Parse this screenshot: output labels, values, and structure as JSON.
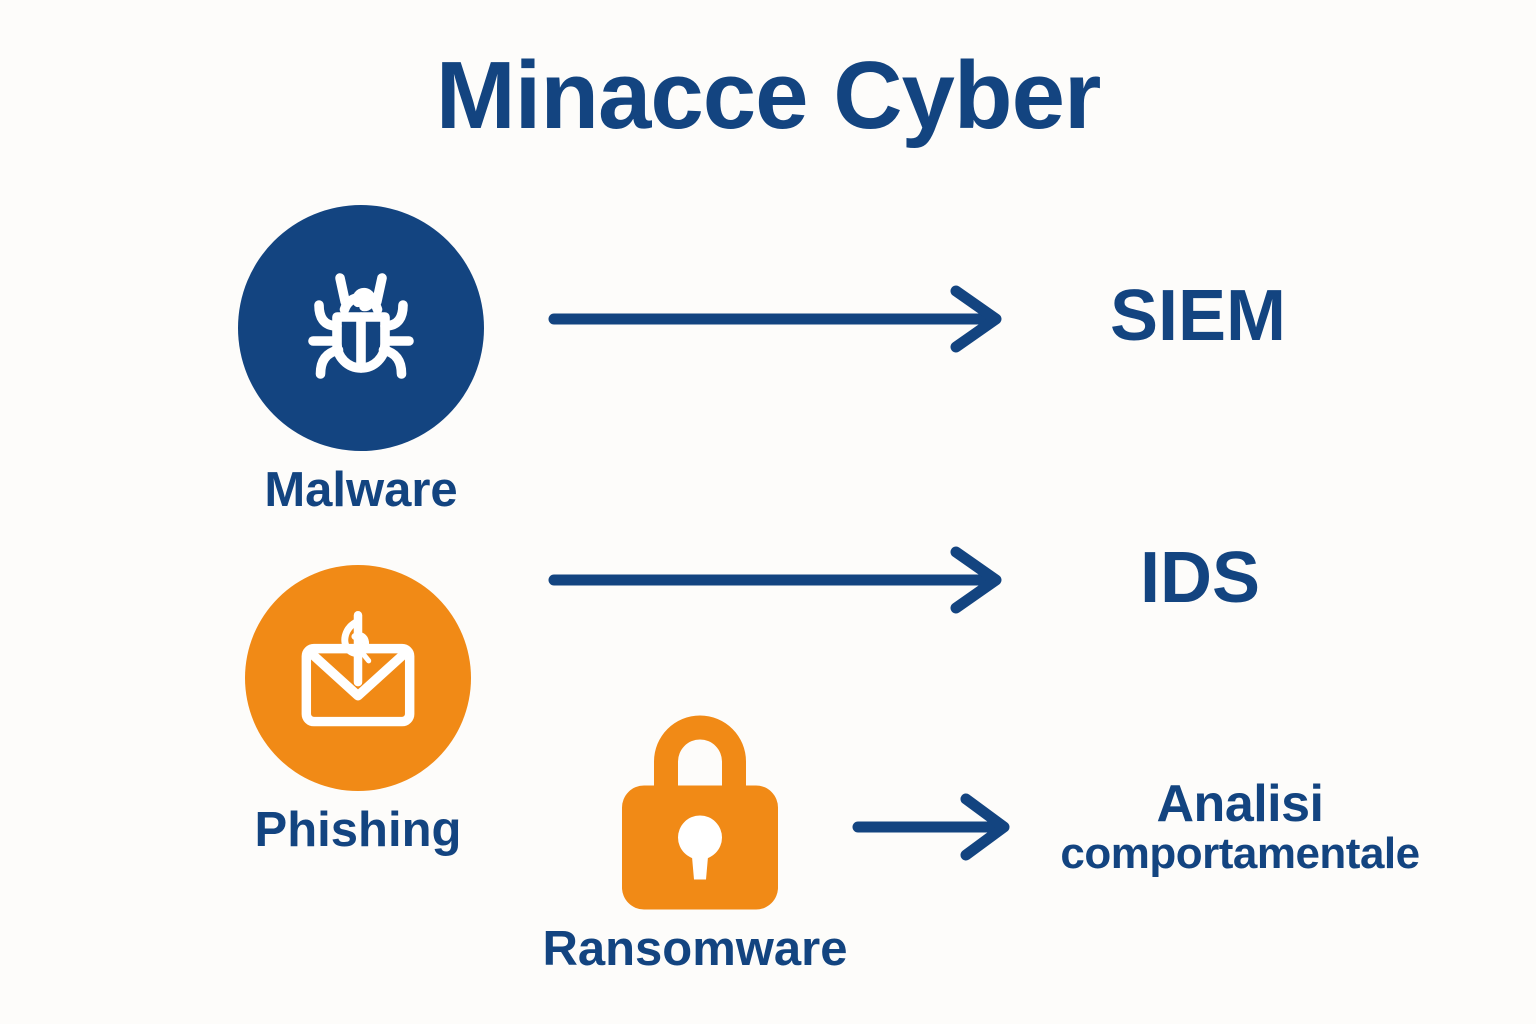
{
  "diagram": {
    "title": "Minacce Cyber",
    "background_color": "#fdfcfa",
    "colors": {
      "navy": "#134480",
      "orange": "#f18a16",
      "icon_fill": "#ffffff"
    },
    "threats": [
      {
        "label": "Malware",
        "icon": "bug-icon",
        "icon_shape": "circle",
        "icon_background": "#134480",
        "icon_color": "#ffffff"
      },
      {
        "label": "Phishing",
        "icon": "envelope-hook-icon",
        "icon_shape": "circle",
        "icon_background": "#f18a16",
        "icon_color": "#ffffff"
      },
      {
        "label": "Ransomware",
        "icon": "lock-icon",
        "icon_shape": "none",
        "icon_background": "transparent",
        "icon_color": "#f18a16"
      }
    ],
    "targets": [
      {
        "label": "SIEM"
      },
      {
        "label": "IDS"
      },
      {
        "label_line1": "Analisi",
        "label_line2": "comportamentale"
      }
    ],
    "arrows": [
      {
        "name": "arrow-malware-to-siem",
        "direction": "right",
        "color": "#134480"
      },
      {
        "name": "arrow-phishing-to-ids",
        "direction": "right",
        "color": "#134480"
      },
      {
        "name": "arrow-ransomware-to-analisi",
        "direction": "right",
        "color": "#134480"
      }
    ]
  }
}
